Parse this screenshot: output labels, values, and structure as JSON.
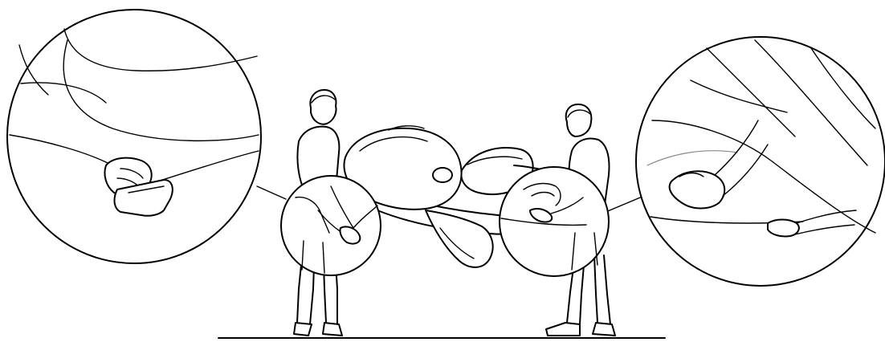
{
  "illustration": {
    "subject": "two-person-lift-of-massage-chair",
    "detail_views": [
      "left-handhold-detail",
      "right-handhold-detail"
    ],
    "colors": {
      "line": "#000000",
      "background": "#ffffff",
      "faint_line": "#8a8a8a"
    }
  }
}
